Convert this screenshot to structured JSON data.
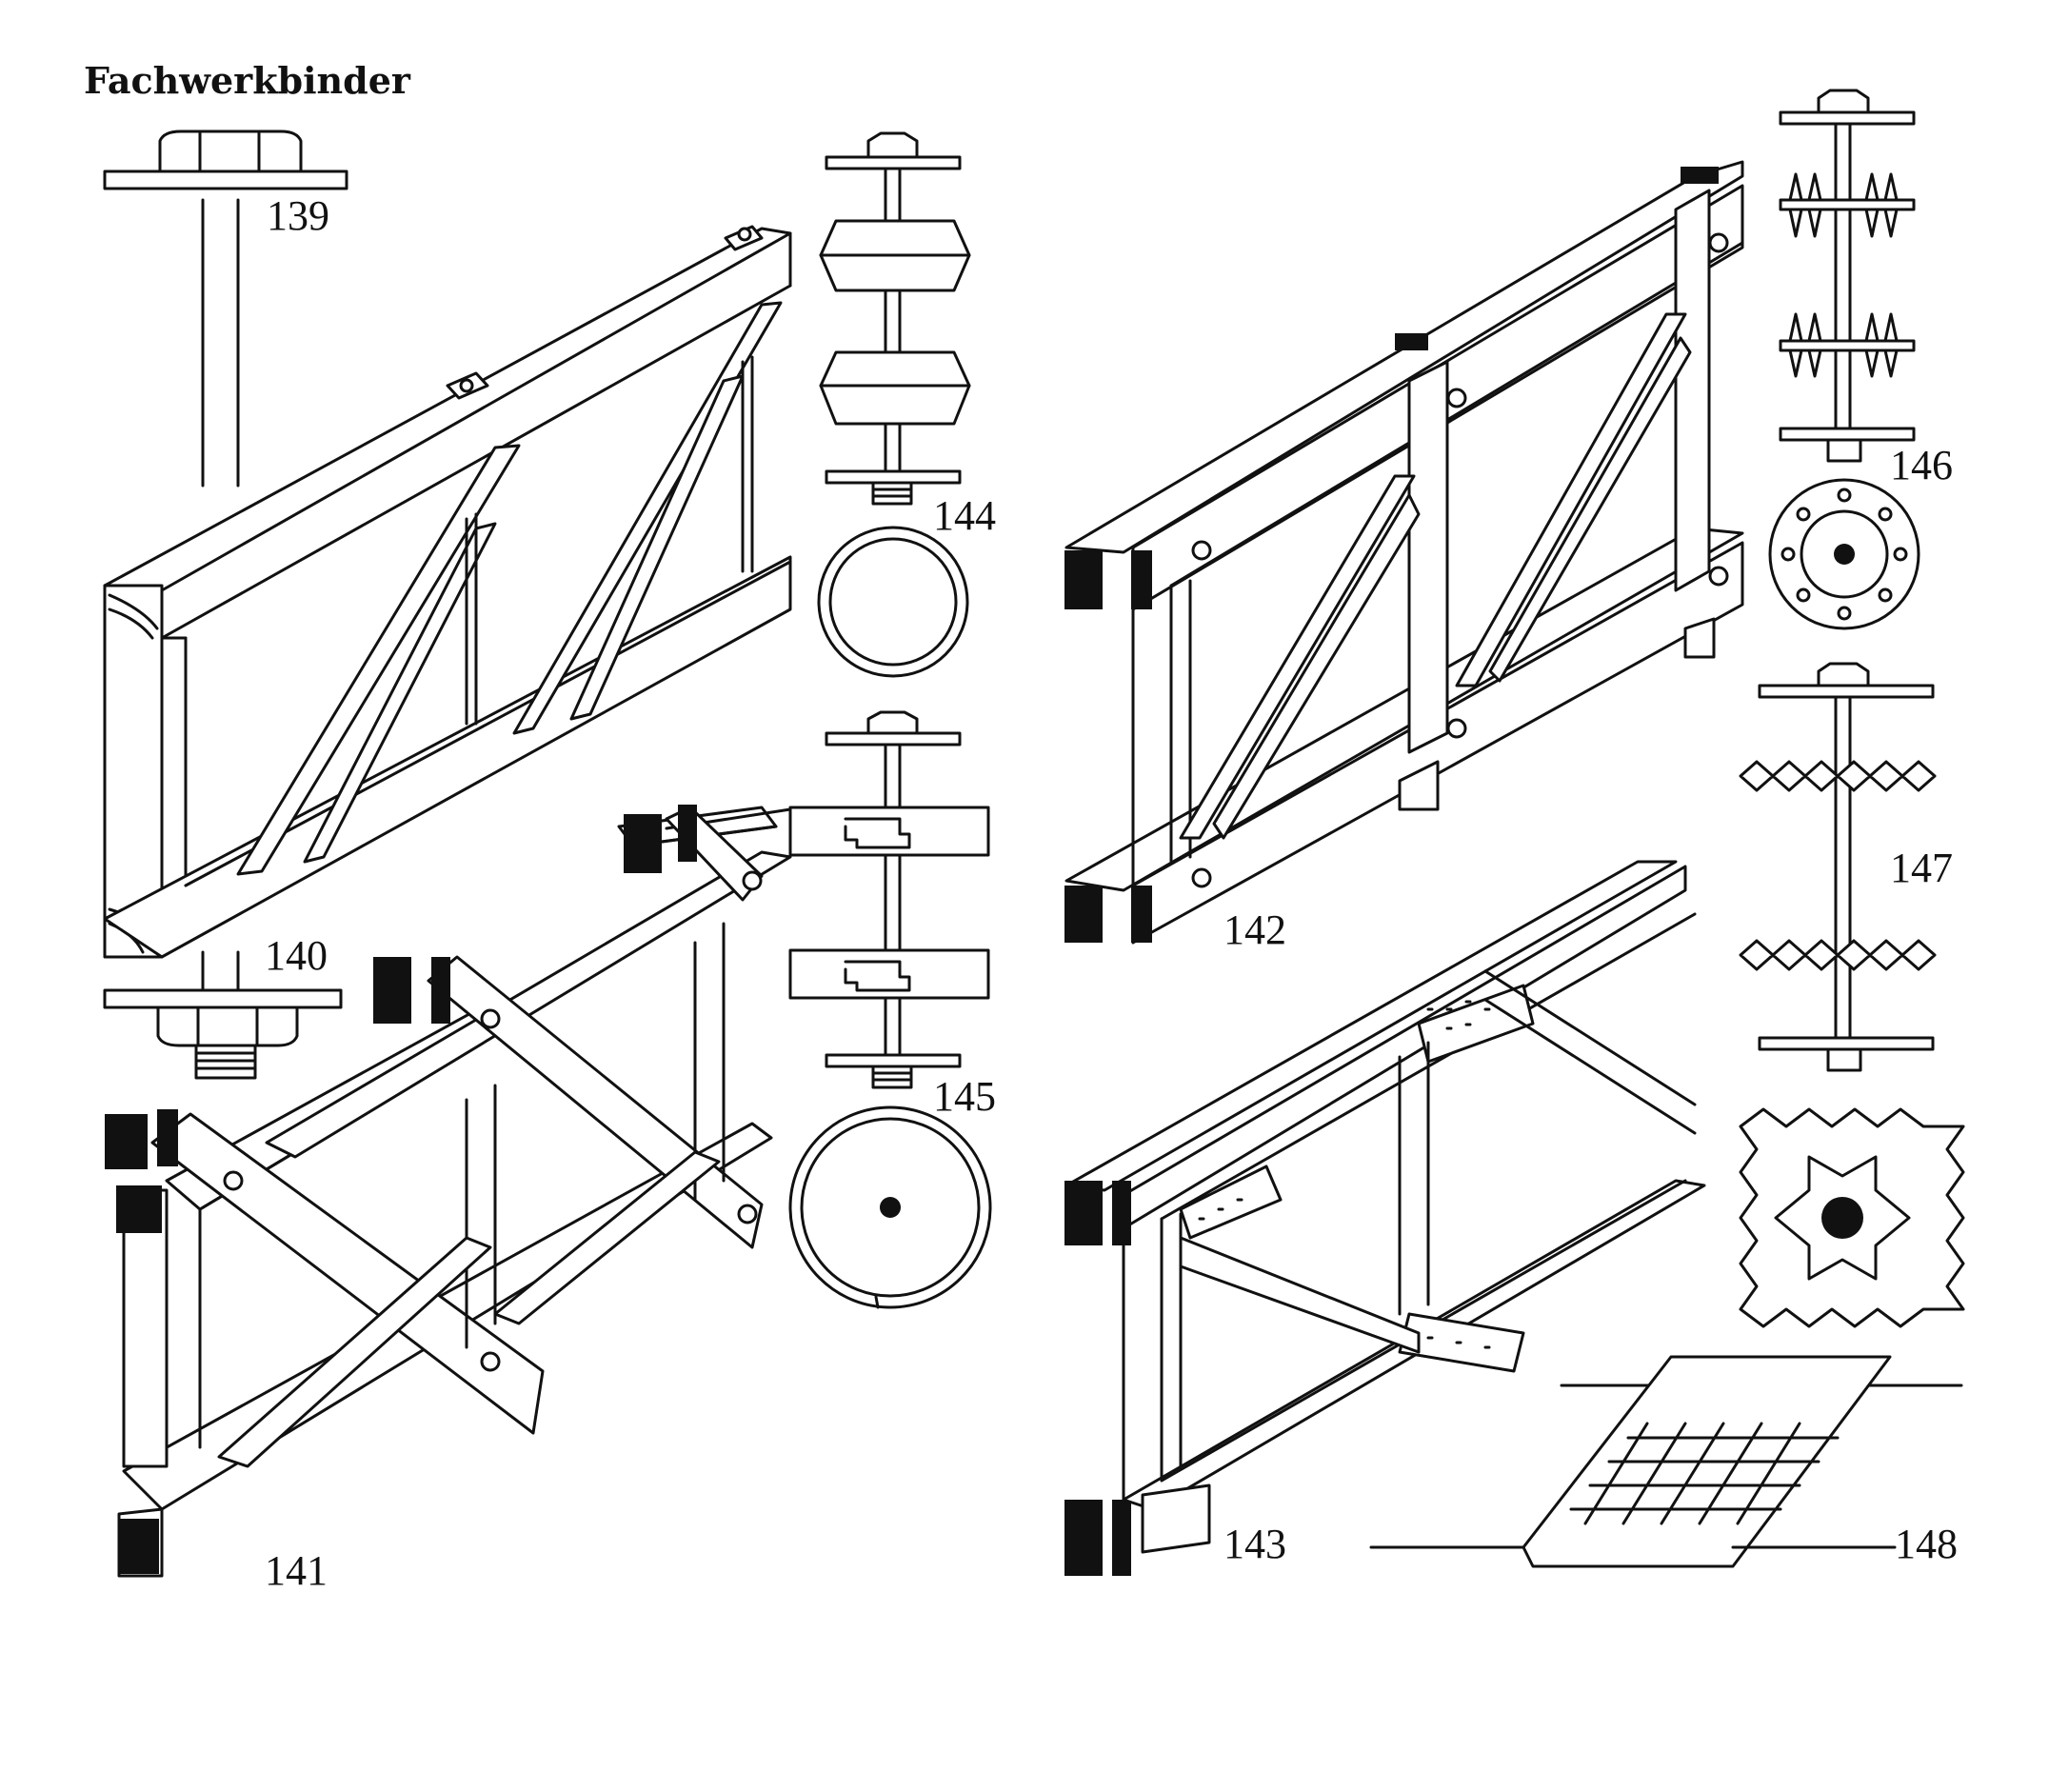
{
  "title": "Fachwerkbinder",
  "figures": [
    "139",
    "140",
    "141",
    "142",
    "143",
    "144",
    "145",
    "146",
    "147",
    "148"
  ]
}
